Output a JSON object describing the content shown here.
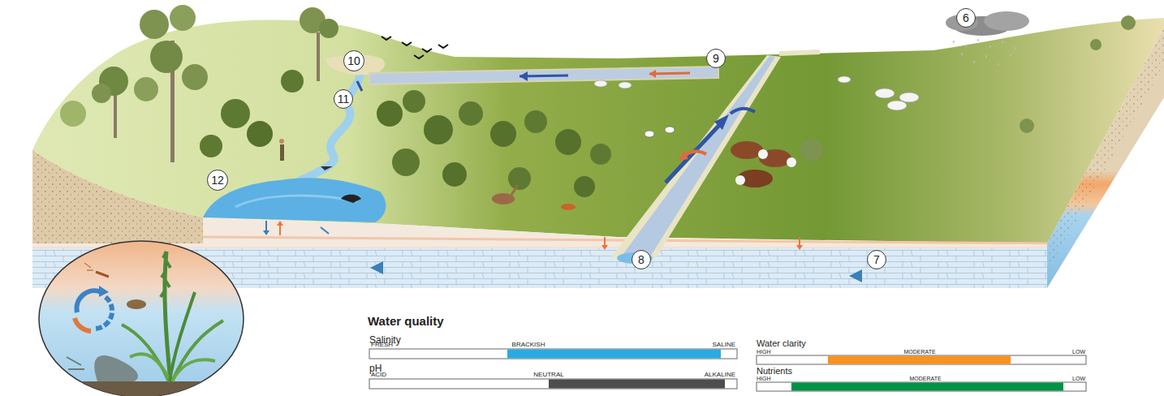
{
  "diagram": {
    "nodes": [
      {
        "text": [
          "6"
        ]
      },
      {
        "text": [
          "7"
        ]
      },
      {
        "text": [
          "8"
        ]
      },
      {
        "text": [
          "9"
        ]
      },
      {
        "text": [
          "10"
        ]
      },
      {
        "text": [
          "11"
        ]
      },
      {
        "text": [
          "12"
        ]
      }
    ],
    "labels": [
      "Water quality",
      "Salinity",
      "FRESH",
      "BRACKISH",
      "SALINE",
      "pH",
      "ACID",
      "NEUTRAL",
      "ALKALINE",
      "Water clarity",
      "HIGH",
      "MODERATE",
      "LOW",
      "Nutrients",
      "HIGH",
      "MODERATE",
      "LOW"
    ]
  }
}
